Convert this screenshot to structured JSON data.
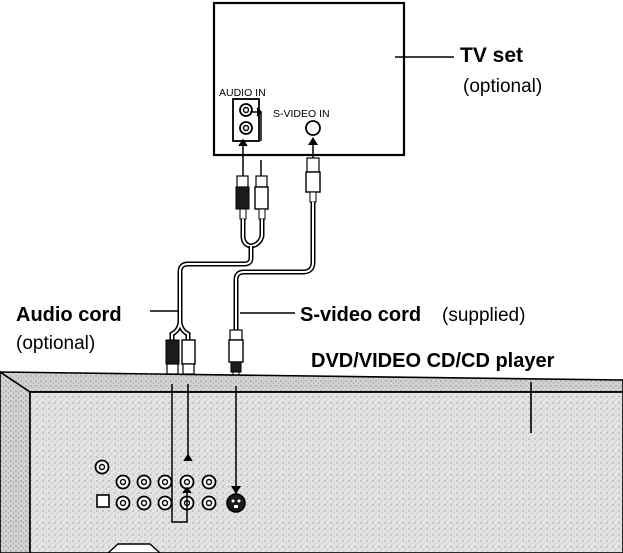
{
  "tv": {
    "name": "TV set",
    "note": "(optional)",
    "audio_in_label": "AUDIO IN",
    "svideo_in_label": "S-VIDEO IN"
  },
  "audio_cord": {
    "name": "Audio cord",
    "note": "(optional)"
  },
  "svideo_cord": {
    "name": "S-video cord",
    "note": "(supplied)"
  },
  "player": {
    "name": "DVD/VIDEO CD/CD player"
  }
}
